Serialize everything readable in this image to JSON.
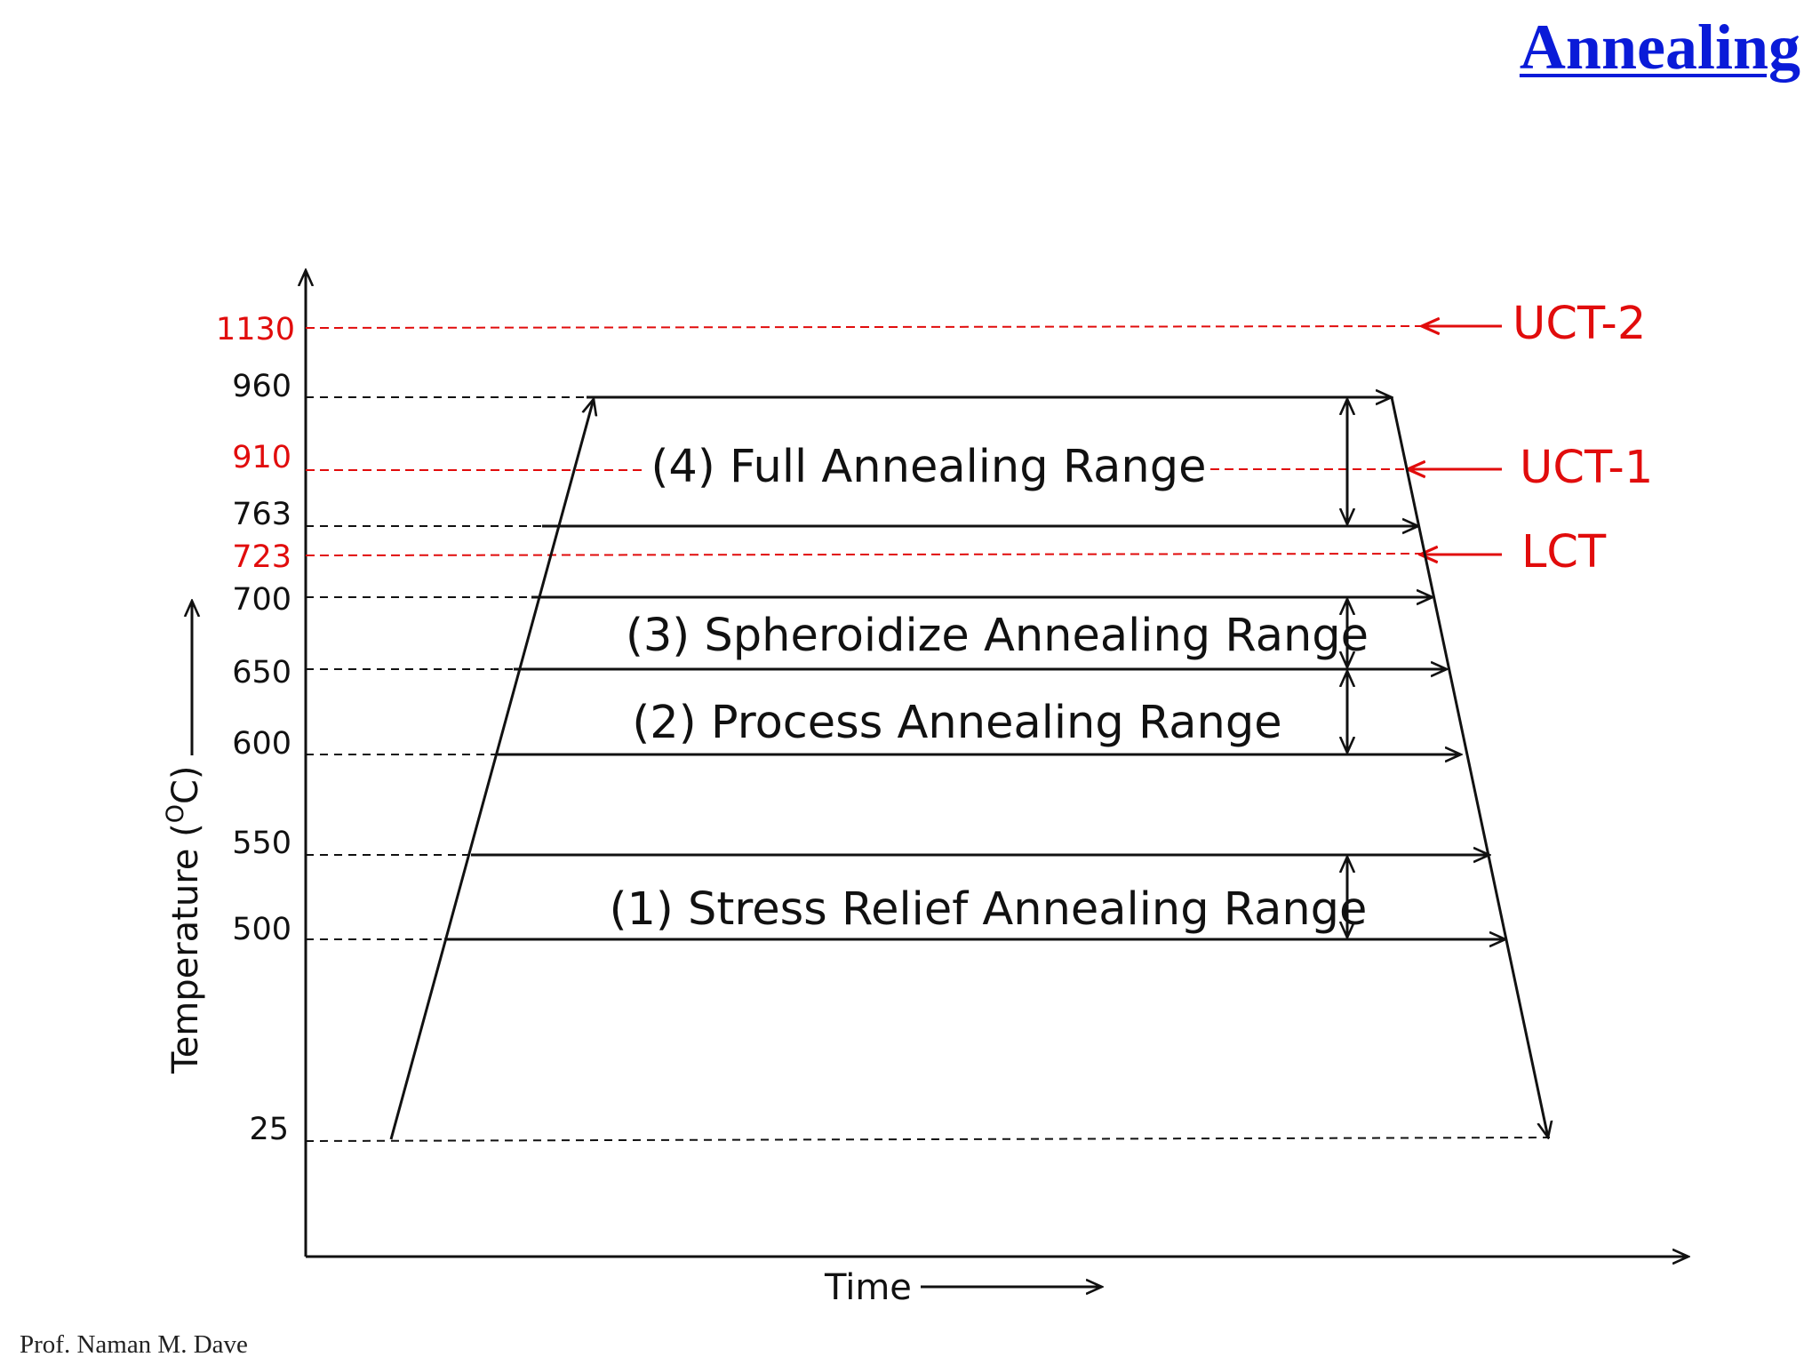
{
  "title": "Annealing",
  "footer": "Prof. Naman M. Dave",
  "y_axis": {
    "label_main": "Temperature (",
    "label_sup": "O",
    "label_end": "C)"
  },
  "x_axis": {
    "label": "Time"
  },
  "ticks": {
    "t1130": "1130",
    "t960": "960",
    "t910": "910",
    "t763": "763",
    "t723": "723",
    "t700": "700",
    "t650": "650",
    "t600": "600",
    "t550": "550",
    "t500": "500",
    "t25": "25"
  },
  "critical_lines": {
    "uct2": "UCT-2",
    "uct1": "UCT-1",
    "lct": "LCT"
  },
  "ranges": {
    "full": "(4) Full Annealing Range",
    "spheroidize": "(3) Spheroidize Annealing Range",
    "process": "(2) Process Annealing Range",
    "stress": "(1) Stress Relief Annealing Range"
  },
  "colors": {
    "title": "#0a1bd8",
    "critical": "#e10c0c",
    "line": "#111111"
  }
}
